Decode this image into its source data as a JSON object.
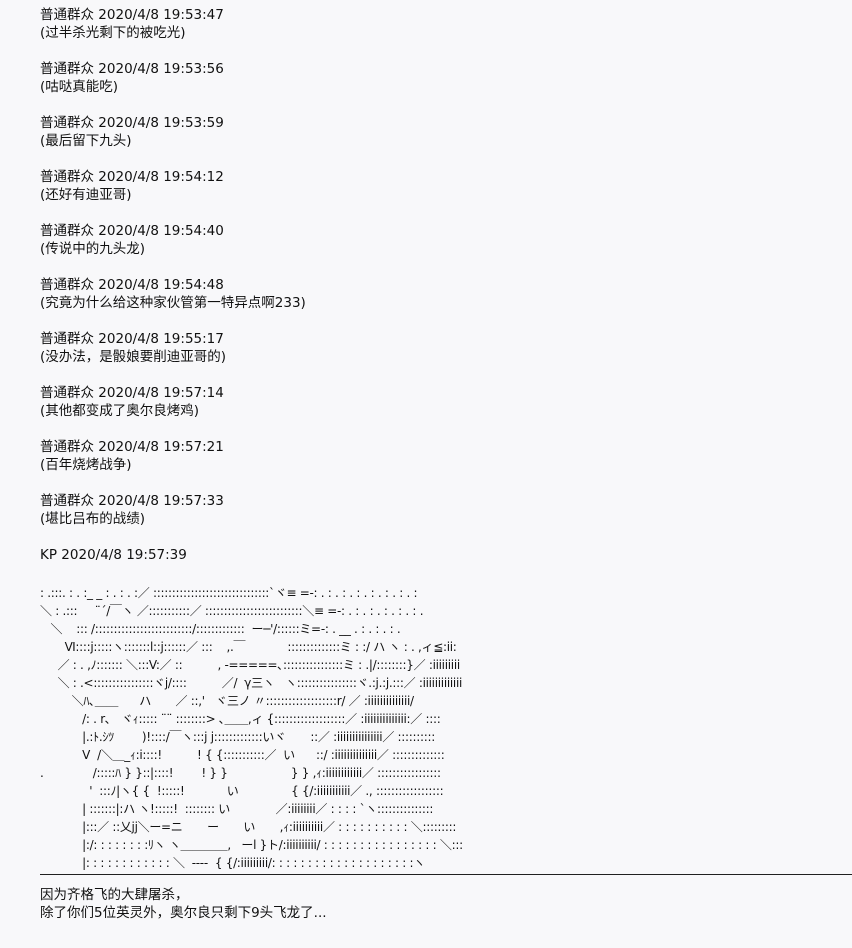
{
  "messages": [
    {
      "author": "普通群众",
      "time": "2020/4/8 19:53:47",
      "text": "(过半杀光剩下的被吃光)"
    },
    {
      "author": "普通群众",
      "time": "2020/4/8 19:53:56",
      "text": "(咕哒真能吃)"
    },
    {
      "author": "普通群众",
      "time": "2020/4/8 19:53:59",
      "text": "(最后留下九头)"
    },
    {
      "author": "普通群众",
      "time": "2020/4/8 19:54:12",
      "text": "(还好有迪亚哥)"
    },
    {
      "author": "普通群众",
      "time": "2020/4/8 19:54:40",
      "text": "(传说中的九头龙)"
    },
    {
      "author": "普通群众",
      "time": "2020/4/8 19:54:48",
      "text": "(究竟为什么给这种家伙管第一特异点啊233)"
    },
    {
      "author": "普通群众",
      "time": "2020/4/8 19:55:17",
      "text": "(没办法，是骰娘要削迪亚哥的)"
    },
    {
      "author": "普通群众",
      "time": "2020/4/8 19:57:14",
      "text": "(其他都变成了奥尔良烤鸡)"
    },
    {
      "author": "普通群众",
      "time": "2020/4/8 19:57:21",
      "text": "(百年烧烤战争)"
    },
    {
      "author": "普通群众",
      "time": "2020/4/8 19:57:33",
      "text": "(堪比吕布的战绩)"
    }
  ],
  "kp": {
    "author": "KP",
    "time": "2020/4/8 19:57:39"
  },
  "ascii_art": [
    ": .:::. : . :_ _ : . : . :／ :::::::::::::::::::::::::::::::`ヾ≡ =-: . : . : . : . : . : . : . :",
    "＼ : .:::     ¨´/￣ヽ ／:::::::::::／ ::::::::::::::::::::::::::＼≡ =-: . : . : . : . : . : .",
    "   ＼    ::: /::::::::::::::::::::::::::/:::::::::::::  ー─'/::::::ミ=-: . __ . : . : . : .",
    "       Ⅵ::::j:::::ヽ:::::::l::j::::::／ :::    ,.￣            ::::::::::::::ミ : :/ ハ ヽ : . ,ィ≦:ii:",
    "     ／ : . ,ﾉ::::::: ＼:::V:／ ::          , -=====､::::::::::::::::ミ : .|/::::::::}／ :iiiiiiiii",
    "     ＼ : .<::::::::::::::::ヾj/::::          ／/  γ三ヽ   ヽ::::::::::::::::ヾ.:j.:j.:::／ :iiiiiiiiiiiii",
    "         ＼ﾊ､＿＿      ハ       ／ ::,'   ヾ三ノ 〃:::::::::::::::::::r/ ／ :iiiiiiiiiiiiii/",
    "            /: . r､   ヾｨ::::: ¨¨ ::::::::> ､＿＿,ィ {:::::::::::::::::::／ :iiiiiiiiiiiiii:／ ::::",
    "            |.:ﾄ.ｼﾂ        )!::::/￣ヽ:::j j:::::::::::::いヾ       ::／ :iiiiiiiiiiiiiii／ ::::::::::",
    "            V  /＼＿_ｨ:i::::!          ! { {:::::::::::／  い      ::/ :iiiiiiiiiiiiii／ ::::::::::::::",
    ".              /:::::ﾊ } }::|::::!        ! } }                  } } ,ｨ:iiiiiiiiiiii／ :::::::::::::::::",
    "              '  :::ﾉ|ヽ{ {  !:::::!            い               { {/:iiiiiiiiiii／ ., ::::::::::::::::::",
    "            | :::::::|:ハ ヽ!:::::!  :::::::: い             ／:iiiiiiii／ : : : : `ヽ:::::::::::::::",
    "            |:::／ ::乂jj＼ー=ニ       ー       い       ,ｨ:iiiiiiiiii／ : : : : : : : : : : ＼:::::::::",
    "            |:/: : : : : : : :ﾘヽ ヽ＿＿＿＿,   ーl }ト/:iiiiiiiiii/ : : : : : : : : : : : : : : : : ＼:::",
    "            |: : : : : : : : : : : : ＼  ----  { {/:iiiiiiiii/: : : : : : : : : : : : : : : : : : : :ヽ"
  ],
  "divider": "――――――――――――――――――――――――――――――――――――――――――――――――――――――――――――――――――――――――――――――――――――――――――",
  "narration": [
    "因为齐格飞的大肆屠杀，",
    "除了你们5位英灵外，奥尔良只剩下9头飞龙了..."
  ]
}
